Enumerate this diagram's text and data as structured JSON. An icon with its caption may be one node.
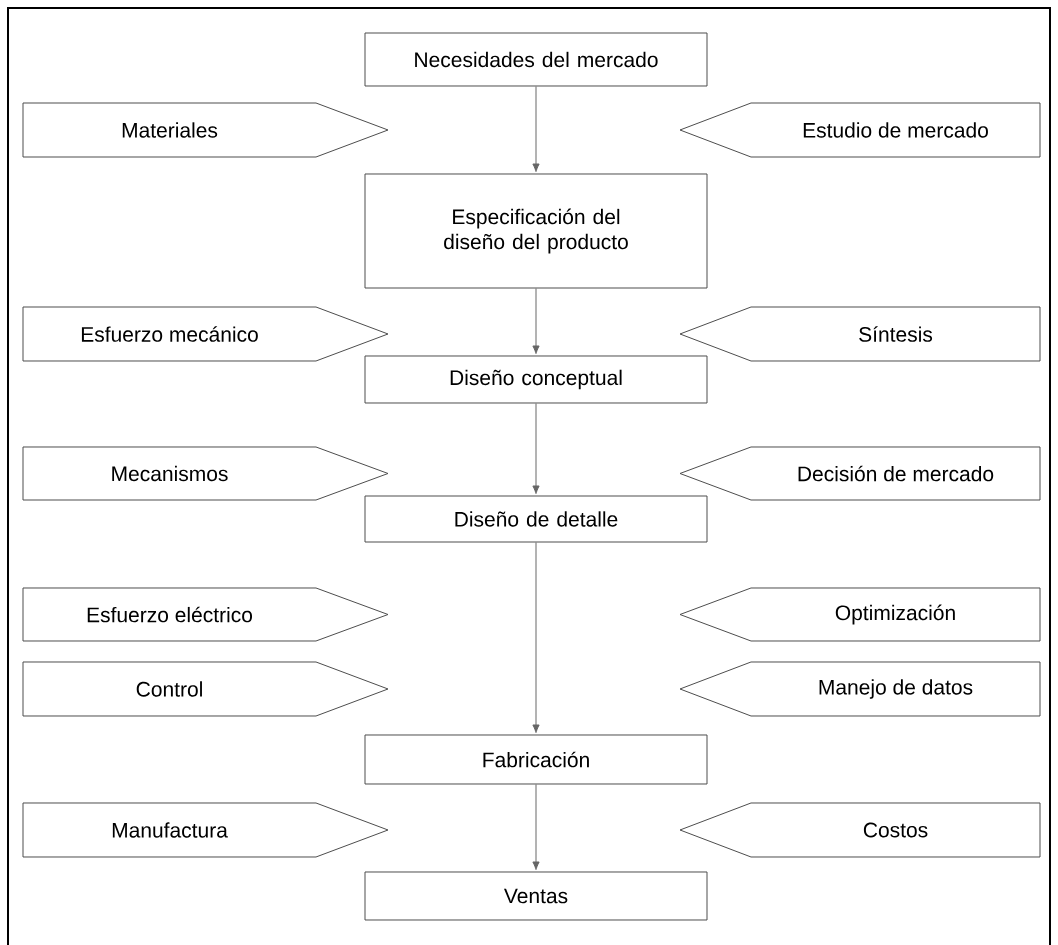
{
  "diagram": {
    "nodes": [
      {
        "text": [
          "Necesidades del mercado"
        ]
      },
      {
        "text": [
          "Materiales"
        ]
      },
      {
        "text": [
          "Estudio de mercado"
        ]
      },
      {
        "text": [
          "Especificación del diseño del producto"
        ]
      },
      {
        "text": [
          "Esfuerzo mecánico"
        ]
      },
      {
        "text": [
          "Síntesis"
        ]
      },
      {
        "text": [
          "Diseño conceptual"
        ]
      },
      {
        "text": [
          "Mecanismos"
        ]
      },
      {
        "text": [
          "Decisión de mercado"
        ]
      },
      {
        "text": [
          "Diseño de detalle"
        ]
      },
      {
        "text": [
          "Esfuerzo eléctrico"
        ]
      },
      {
        "text": [
          "Optimización"
        ]
      },
      {
        "text": [
          "Control"
        ]
      },
      {
        "text": [
          "Manejo de datos"
        ]
      },
      {
        "text": [
          "Fabricación"
        ]
      },
      {
        "text": [
          "Manufactura"
        ]
      },
      {
        "text": [
          "Costos"
        ]
      },
      {
        "text": [
          "Ventas"
        ]
      }
    ],
    "edges": [
      {
        "from": 0,
        "to": 3,
        "arrow": "to"
      },
      {
        "from": 3,
        "to": 6,
        "arrow": "to"
      },
      {
        "from": 6,
        "to": 9,
        "arrow": "to"
      },
      {
        "from": 9,
        "to": 14,
        "arrow": "to"
      },
      {
        "from": 14,
        "to": 17,
        "arrow": "to"
      }
    ]
  }
}
